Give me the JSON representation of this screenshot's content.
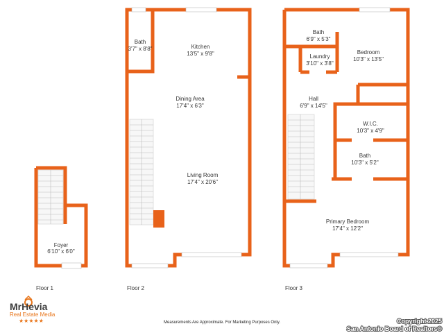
{
  "colors": {
    "wall": "#e8621a",
    "window": "#ffffff",
    "stairs": "#c8c8c8",
    "text": "#333333"
  },
  "floors": [
    {
      "label": "Floor 1",
      "rooms": [
        {
          "name": "Foyer",
          "dims": "6'10\" x 6'0\""
        }
      ]
    },
    {
      "label": "Floor 2",
      "rooms": [
        {
          "name": "Bath",
          "dims": "3'7\" x 8'8\""
        },
        {
          "name": "Kitchen",
          "dims": "13'5\" x 9'8\""
        },
        {
          "name": "Dining Area",
          "dims": "17'4\" x 6'3\""
        },
        {
          "name": "Living Room",
          "dims": "17'4\" x 20'6\""
        }
      ]
    },
    {
      "label": "Floor 3",
      "rooms": [
        {
          "name": "Bath",
          "dims": "6'9\" x 5'3\""
        },
        {
          "name": "Laundry",
          "dims": "3'10\" x 3'8\""
        },
        {
          "name": "Bedroom",
          "dims": "10'3\" x 13'5\""
        },
        {
          "name": "Hall",
          "dims": "6'9\" x 14'5\""
        },
        {
          "name": "W.I.C.",
          "dims": "10'3\" x 4'9\""
        },
        {
          "name": "Bath",
          "dims": "10'3\" x 5'2\""
        },
        {
          "name": "Primary Bedroom",
          "dims": "17'4\" x 12'2\""
        }
      ]
    }
  ],
  "footer": {
    "disclaimer": "Measurements Are Approximate. For Marketing Purposes Only.",
    "copyright_line1": "Copyright 2025",
    "copyright_line2": "San Antonio Board of Realtors®"
  },
  "logo": {
    "brand": "MrHevia",
    "subtitle": "Real Estate Media",
    "stars": "★★★★★"
  }
}
